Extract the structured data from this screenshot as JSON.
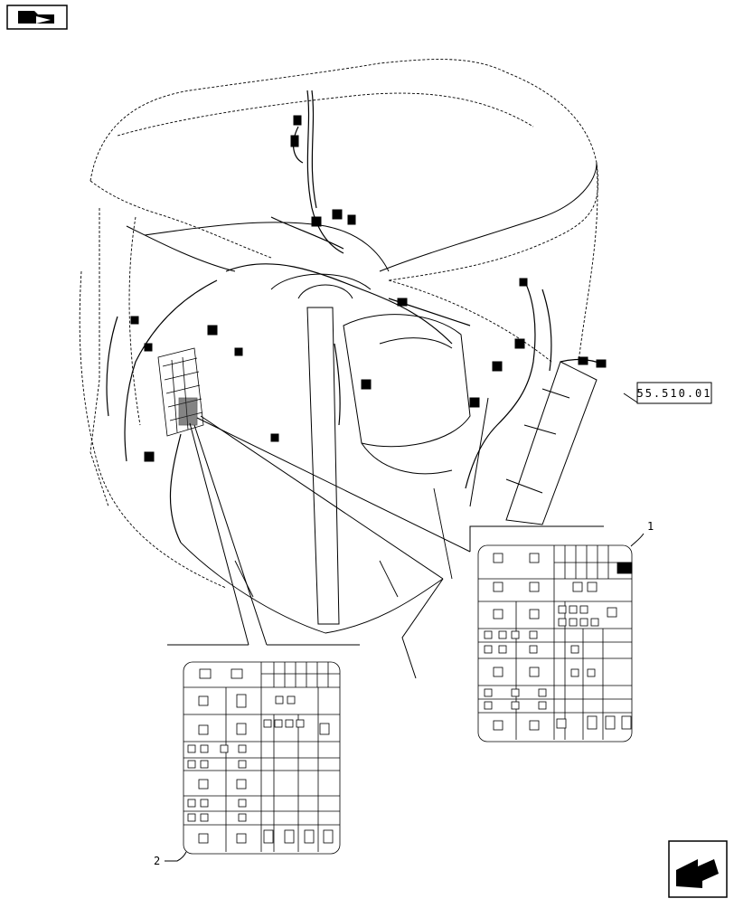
{
  "reference_box": {
    "text": "55.510.01"
  },
  "callouts": [
    {
      "id": "1",
      "text": "1"
    },
    {
      "id": "2",
      "text": "2"
    }
  ],
  "icons": {
    "top_left": "folder-back-icon",
    "bottom_right": "next-page-arrow-icon"
  },
  "colors": {
    "ink": "#000000",
    "paper": "#ffffff"
  }
}
